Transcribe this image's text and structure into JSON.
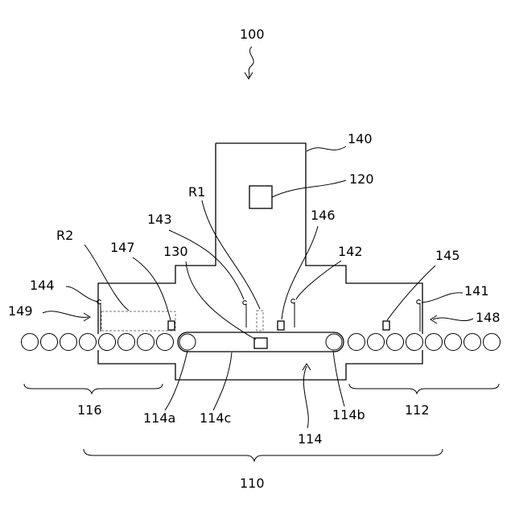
{
  "labels": {
    "system": "100",
    "machine": "140",
    "unit_120": "120",
    "region_r1": "R1",
    "region_r2": "R2",
    "sensor_143": "143",
    "sensor_146": "146",
    "sensor_142": "142",
    "sensor_147": "147",
    "sensor_145": "145",
    "ref_130": "130",
    "gate_144": "144",
    "gate_141": "141",
    "arrow_149": "149",
    "arrow_148": "148",
    "conveyor_116": "116",
    "conveyor_112": "112",
    "roller_114a": "114a",
    "belt_114c": "114c",
    "roller_114b": "114b",
    "conveyor_114": "114",
    "conveyor_110": "110"
  }
}
